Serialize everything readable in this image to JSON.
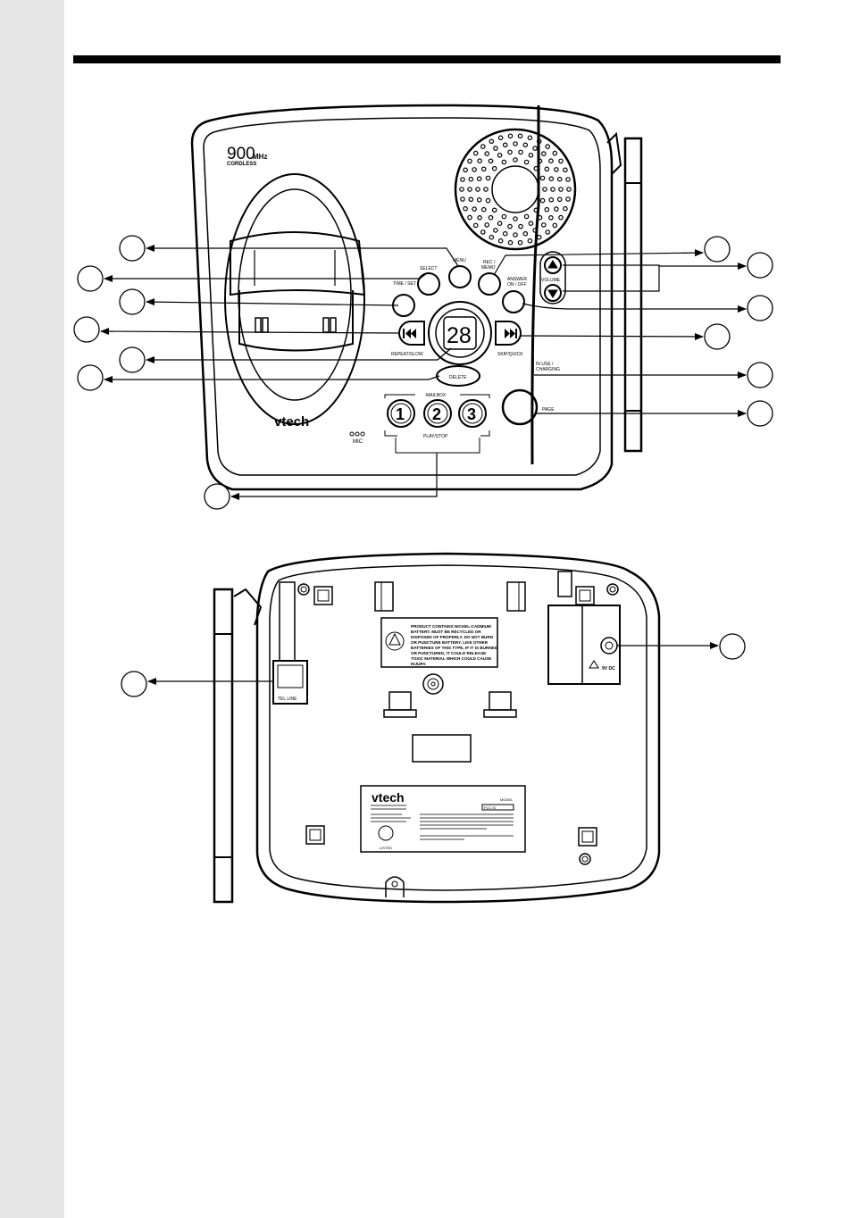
{
  "front": {
    "brand_freq": "900",
    "brand_unit": "MHz",
    "brand_sub": "CORDLESS",
    "logo": "vtech",
    "mic_label": "MIC",
    "buttons": {
      "menu": "MENU",
      "select": "SELECT",
      "time_set": "TIME / SET",
      "rec_memo_1": "REC /",
      "rec_memo_2": "MEMO",
      "answer_1": "ANSWER",
      "answer_2": "ON / OFF",
      "volume": "VOLUME",
      "repeat": "REPEAT/SLOW",
      "skip": "SKIP/QUICK",
      "delete": "DELETE",
      "mailbox": "MAILBOX",
      "play_stop": "PLAY/STOP",
      "page": "PAGE",
      "in_use_1": "IN USE /",
      "in_use_2": "CHARGING",
      "mailbox_1": "1",
      "mailbox_2": "2",
      "mailbox_3": "3"
    },
    "display_value": "28"
  },
  "bottom": {
    "recycle_notice": [
      "PRODUCT CONTAINS NICKEL-CADMIUM",
      "BATTERY. MUST BE RECYCLED OR",
      "DISPOSED OF PROPERLY. DO NOT BURN",
      "OR PUNCTURE BATTERY. LIKE OTHER",
      "BATTERIES OF THIS TYPE, IF IT IS BURNED",
      "OR PUNCTURED, IT COULD RELEASE",
      "TOXIC MATERIAL WHICH COULD CAUSE",
      "INJURY."
    ],
    "logo": "vtech",
    "tel_line": "TEL LINE",
    "dc_label": "9V DC",
    "ul_listed": "LISTED",
    "label_model": "MODEL",
    "label_fcc": "FCC ID"
  }
}
